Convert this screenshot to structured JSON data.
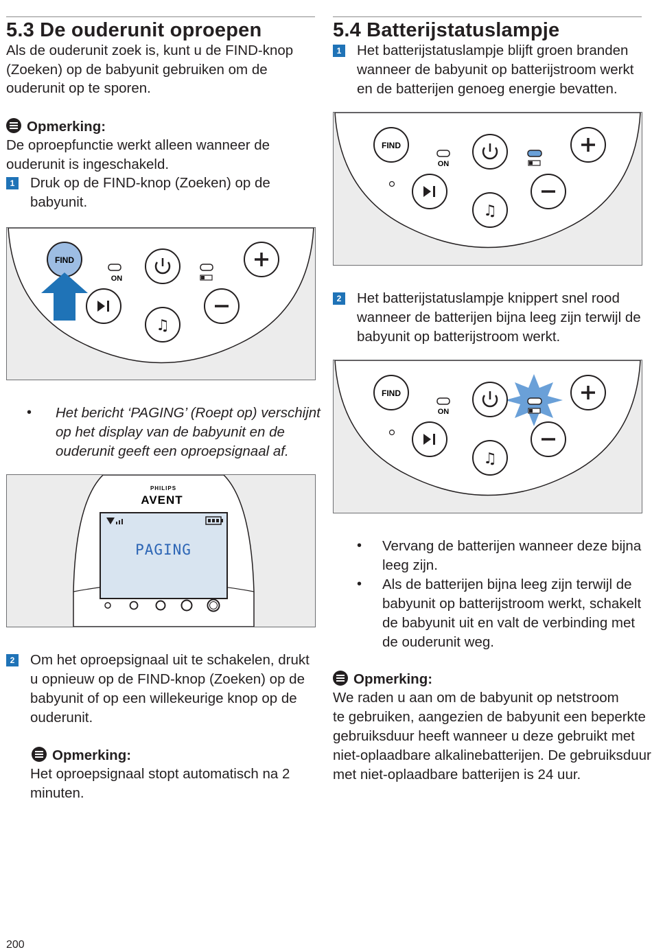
{
  "left": {
    "heading": "5.3 De ouderunit oproepen",
    "intro": [
      "Als de ouderunit zoek is, kunt u de FIND-knop",
      "(Zoeken) op de babyunit gebruiken om de",
      "ouderunit op te sporen."
    ],
    "note1": {
      "title": "Opmerking:",
      "text": [
        "De oproepfunctie werkt alleen wanneer de",
        "ouderunit is ingeschakeld."
      ]
    },
    "step1": {
      "num": "1",
      "text": [
        "Druk op de FIND-knop (Zoeken) op de",
        "babyunit."
      ]
    },
    "figure1": {
      "find_label": "FIND",
      "on_label": "ON"
    },
    "bullet": [
      "Het bericht ‘PAGING’ (Roept op) verschijnt",
      "op het display van de babyunit en de",
      "ouderunit geeft een oproepsignaal af."
    ],
    "figure2": {
      "brand_top": "PHILIPS",
      "brand": "AVENT",
      "display_text": "PAGING"
    },
    "step2": {
      "num": "2",
      "text": [
        "Om het oproepsignaal uit te schakelen, drukt",
        "u opnieuw op de FIND-knop (Zoeken) op de",
        "babyunit of op een willekeurige knop op de",
        "ouderunit."
      ]
    },
    "note2": {
      "title": "Opmerking:",
      "text": [
        "Het oproepsignaal stopt automatisch na 2",
        "minuten."
      ]
    }
  },
  "right": {
    "heading": "5.4 Batterijstatuslampje",
    "step1": {
      "num": "1",
      "text": [
        "Het batterijstatuslampje blijft groen branden",
        "wanneer de babyunit op batterijstroom werkt",
        "en de batterijen genoeg energie bevatten."
      ]
    },
    "figure3": {
      "find_label": "FIND",
      "on_label": "ON"
    },
    "step2": {
      "num": "2",
      "text": [
        "Het batterijstatuslampje knippert snel rood",
        "wanneer de batterijen bijna leeg zijn terwijl de",
        "babyunit op batterijstroom werkt."
      ]
    },
    "figure4": {
      "find_label": "FIND",
      "on_label": "ON"
    },
    "bullets": [
      [
        "Vervang de batterijen wanneer deze bijna",
        "leeg zijn."
      ],
      [
        "Als de batterijen bijna leeg zijn terwijl de",
        "babyunit op batterijstroom werkt, schakelt",
        "de babyunit uit en valt de verbinding met",
        "de ouderunit weg."
      ]
    ],
    "note": {
      "title": "Opmerking:",
      "text": [
        "We raden u aan om de babyunit op netstroom",
        "te gebruiken, aangezien de babyunit een beperkte",
        "gebruiksduur heeft wanneer u deze gebruikt met",
        "niet-oplaadbare alkalinebatterijen. De gebruiksduur",
        "met niet-oplaadbare batterijen is 24 uur."
      ]
    }
  },
  "page_number": "200",
  "colors": {
    "accent": "#1f73b7",
    "highlight": "#6aa0d8",
    "panel": "#ececec"
  }
}
